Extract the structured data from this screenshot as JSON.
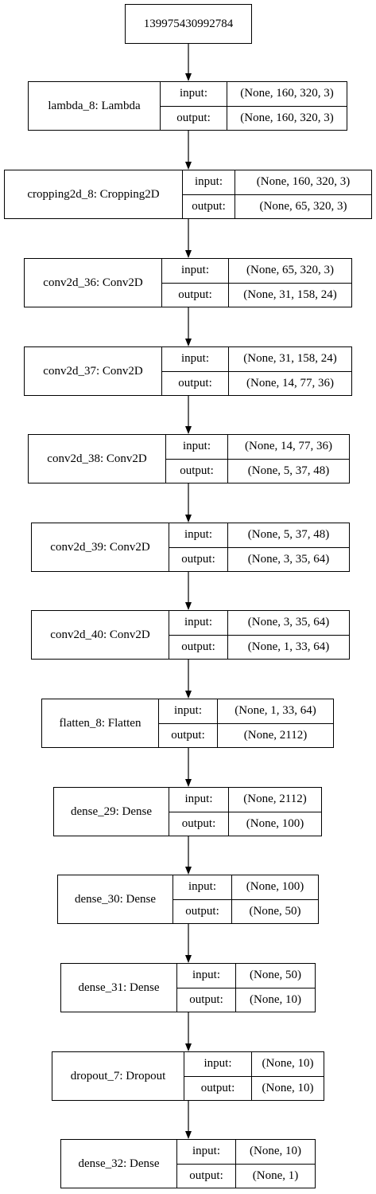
{
  "graph": {
    "input_node": "139975430992784",
    "port_labels": {
      "input": "input:",
      "output": "output:"
    },
    "layers": [
      {
        "name": "lambda_8: Lambda",
        "input": "(None, 160, 320, 3)",
        "output": "(None, 160, 320, 3)"
      },
      {
        "name": "cropping2d_8: Cropping2D",
        "input": "(None, 160, 320, 3)",
        "output": "(None, 65, 320, 3)"
      },
      {
        "name": "conv2d_36: Conv2D",
        "input": "(None, 65, 320, 3)",
        "output": "(None, 31, 158, 24)"
      },
      {
        "name": "conv2d_37: Conv2D",
        "input": "(None, 31, 158, 24)",
        "output": "(None, 14, 77, 36)"
      },
      {
        "name": "conv2d_38: Conv2D",
        "input": "(None, 14, 77, 36)",
        "output": "(None, 5, 37, 48)"
      },
      {
        "name": "conv2d_39: Conv2D",
        "input": "(None, 5, 37, 48)",
        "output": "(None, 3, 35, 64)"
      },
      {
        "name": "conv2d_40: Conv2D",
        "input": "(None, 3, 35, 64)",
        "output": "(None, 1, 33, 64)"
      },
      {
        "name": "flatten_8: Flatten",
        "input": "(None, 1, 33, 64)",
        "output": "(None, 2112)"
      },
      {
        "name": "dense_29: Dense",
        "input": "(None, 2112)",
        "output": "(None, 100)"
      },
      {
        "name": "dense_30: Dense",
        "input": "(None, 100)",
        "output": "(None, 50)"
      },
      {
        "name": "dense_31: Dense",
        "input": "(None, 50)",
        "output": "(None, 10)"
      },
      {
        "name": "dropout_7: Dropout",
        "input": "(None, 10)",
        "output": "(None, 10)"
      },
      {
        "name": "dense_32: Dense",
        "input": "(None, 10)",
        "output": "(None, 1)"
      }
    ]
  }
}
